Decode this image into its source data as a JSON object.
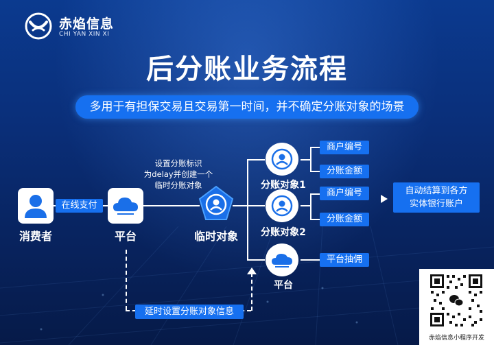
{
  "brand": {
    "name": "赤焰信息",
    "sub": "CHI YAN XIN XI"
  },
  "title": "后分账业务流程",
  "subtitle": "多用于有担保交易且交易第一时间，并不确定分账对象的场景",
  "nodes": {
    "consumer": "消费者",
    "platform": "平台",
    "temp_object": "临时对象",
    "object1": "分账对象1",
    "object2": "分账对象2",
    "platform_right": "平台"
  },
  "edges": {
    "online_pay": "在线支付",
    "setup_note": [
      "设置分账标识",
      "为delay并创建一个",
      "临时分账对象"
    ],
    "delay_setup": "延时设置分账对象信息"
  },
  "boxes": {
    "merchant_no_1": "商户编号",
    "amount_1": "分账金额",
    "merchant_no_2": "商户编号",
    "amount_2": "分账金额",
    "commission": "平台抽佣",
    "settlement": [
      "自动结算到各方",
      "实体银行账户"
    ]
  },
  "qr": {
    "caption": "赤焰信息小程序开发"
  },
  "colors": {
    "accent": "#1670f0",
    "icon_blue": "#1a6fe8",
    "bg_dark": "#08235e"
  },
  "icons": [
    "logo-mark",
    "user-icon",
    "cloud-icon",
    "pentagon-user-icon",
    "arrow-right-icon",
    "wechat-icon",
    "qr-code"
  ]
}
